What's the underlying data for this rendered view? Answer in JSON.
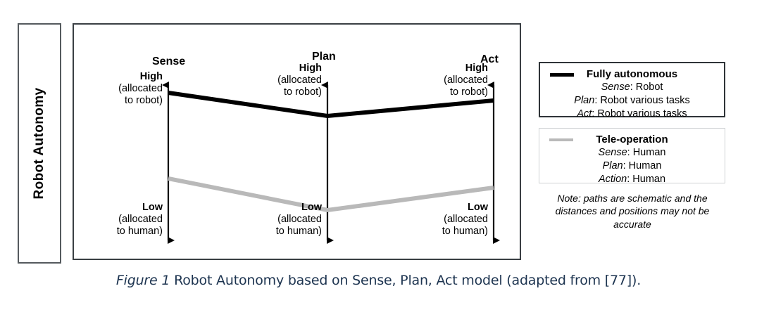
{
  "axis_title": "Robot Autonomy",
  "chart_data": {
    "type": "line",
    "title": "Robot Autonomy based on Sense, Plan, Act model",
    "ylabel": "Robot Autonomy",
    "xlabel": "",
    "categories": [
      "Sense",
      "Plan",
      "Act"
    ],
    "ylim": [
      0,
      100
    ],
    "y_axis_top_label": "High (allocated to robot)",
    "y_axis_bottom_label": "Low (allocated to human)",
    "grid": false,
    "legend_position": "right",
    "series": [
      {
        "name": "Fully autonomous",
        "color": "#000000",
        "values": [
          91,
          77,
          86
        ],
        "detail": [
          "Sense: Robot",
          "Plan: Robot various tasks",
          "Act: Robot various tasks"
        ]
      },
      {
        "name": "Tele-operation",
        "color": "#b9b9b9",
        "values": [
          38,
          19,
          33
        ],
        "detail": [
          "Sense: Human",
          "Plan: Human",
          "Action: Human"
        ]
      }
    ],
    "annotations": [
      "Note: paths are schematic and the distances and positions may not be accurate"
    ]
  },
  "axes": [
    {
      "name": "Sense",
      "high": {
        "strong": "High",
        "line2": "(allocated",
        "line3": "to robot)"
      },
      "low": {
        "strong": "Low",
        "line2": "(allocated",
        "line3": "to human)"
      }
    },
    {
      "name": "Plan",
      "high": {
        "strong": "High",
        "line2": "(allocated",
        "line3": "to robot)"
      },
      "low": {
        "strong": "Low",
        "line2": "(allocated",
        "line3": "to human)"
      }
    },
    {
      "name": "Act",
      "high": {
        "strong": "High",
        "line2": "(allocated",
        "line3": "to robot)"
      },
      "low": {
        "strong": "Low",
        "line2": "(allocated",
        "line3": "to human)"
      }
    }
  ],
  "legend": {
    "autonomous": {
      "title": "Fully autonomous",
      "rows": [
        {
          "term": "Sense",
          "value": ": Robot"
        },
        {
          "term": "Plan",
          "value": ": Robot various tasks"
        },
        {
          "term": "Act",
          "value": ": Robot various tasks"
        }
      ]
    },
    "tele": {
      "title": "Tele-operation",
      "rows": [
        {
          "term": "Sense",
          "value": ": Human"
        },
        {
          "term": "Plan",
          "value": ": Human"
        },
        {
          "term": "Action",
          "value": ": Human"
        }
      ]
    },
    "note_line1": "Note: paths are schematic and the",
    "note_line2": "distances and positions may not be",
    "note_line3": "accurate"
  },
  "caption": {
    "label": "Figure 1",
    "text": " Robot Autonomy based on Sense, Plan, Act model (adapted from [77])."
  },
  "colors": {
    "autonomous_line": "#000000",
    "tele_line": "#b9b9b9",
    "box_border": "#3a3f43",
    "caption_text": "#1d3450"
  }
}
